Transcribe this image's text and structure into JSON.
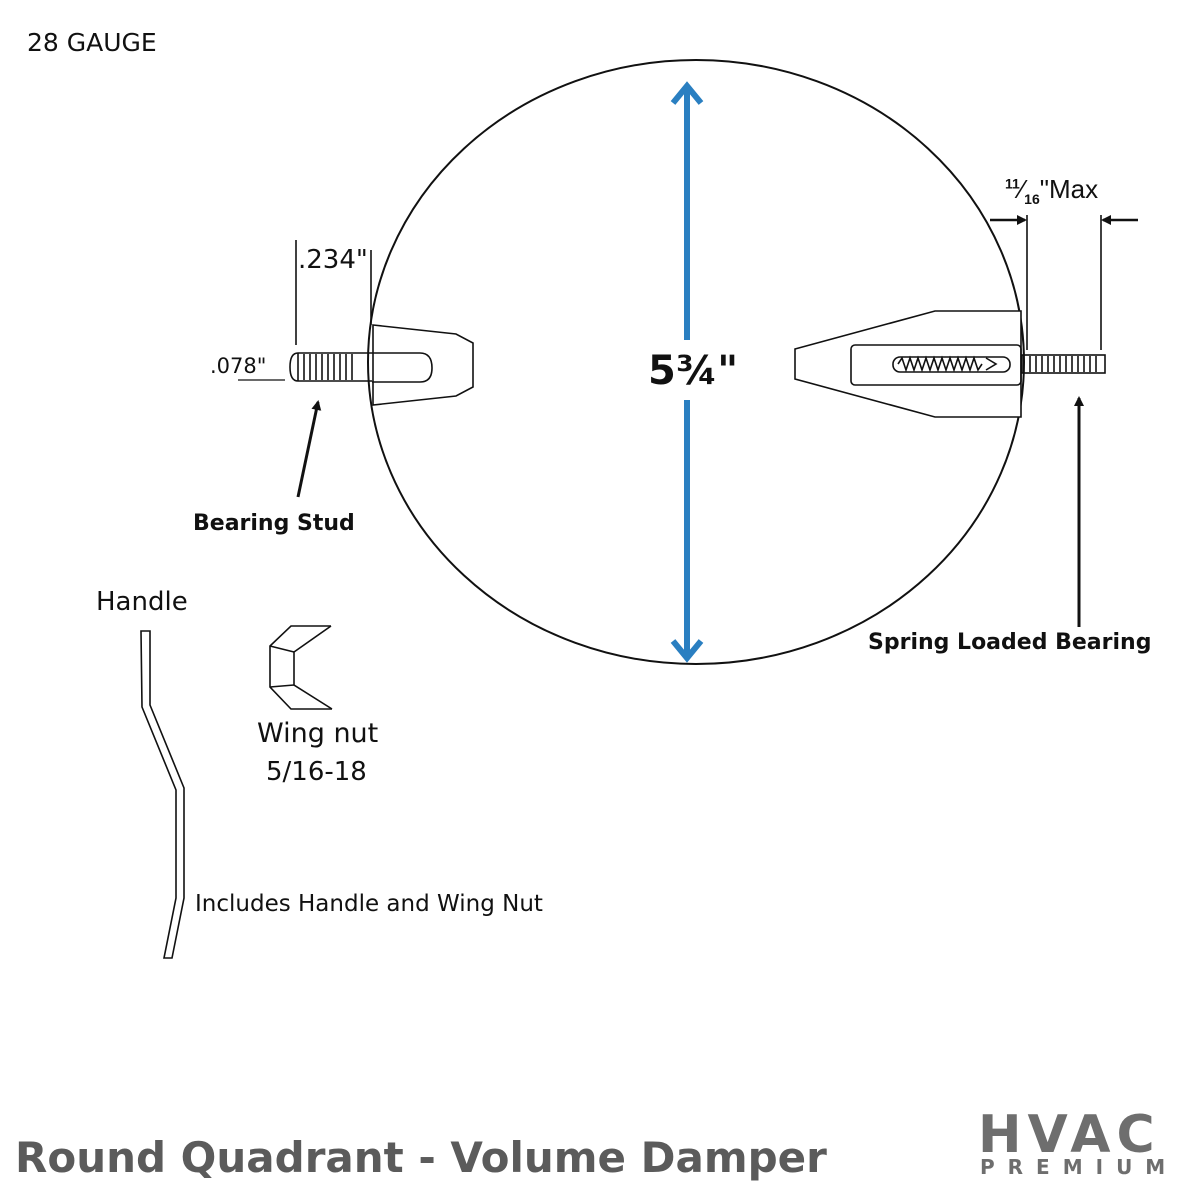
{
  "gauge": "28 GAUGE",
  "dimensions": {
    "stud_length": ".234\"",
    "stud_diameter": ".078\"",
    "bearing_max_num": "11",
    "bearing_max_den": "16",
    "bearing_max_suffix": "\"Max",
    "diameter": "5¾\""
  },
  "labels": {
    "bearing_stud": "Bearing Stud",
    "spring_loaded_bearing": "Spring Loaded Bearing",
    "handle": "Handle",
    "wing_nut": "Wing nut",
    "wing_nut_size": "5/16-18",
    "includes": "Includes Handle and Wing Nut"
  },
  "title": "Round Quadrant - Volume Damper",
  "logo": {
    "main": "HVAC",
    "sub": "PREMIUM"
  },
  "colors": {
    "accent_arrow": "#2a7fc1",
    "title": "#5b5b5b",
    "logo": "#6e6e6e",
    "line": "#111111"
  },
  "icons": [
    "damper-disc",
    "bearing-stud-icon",
    "spring-bearing-icon",
    "handle-icon",
    "wing-nut-icon",
    "double-arrow-icon"
  ]
}
